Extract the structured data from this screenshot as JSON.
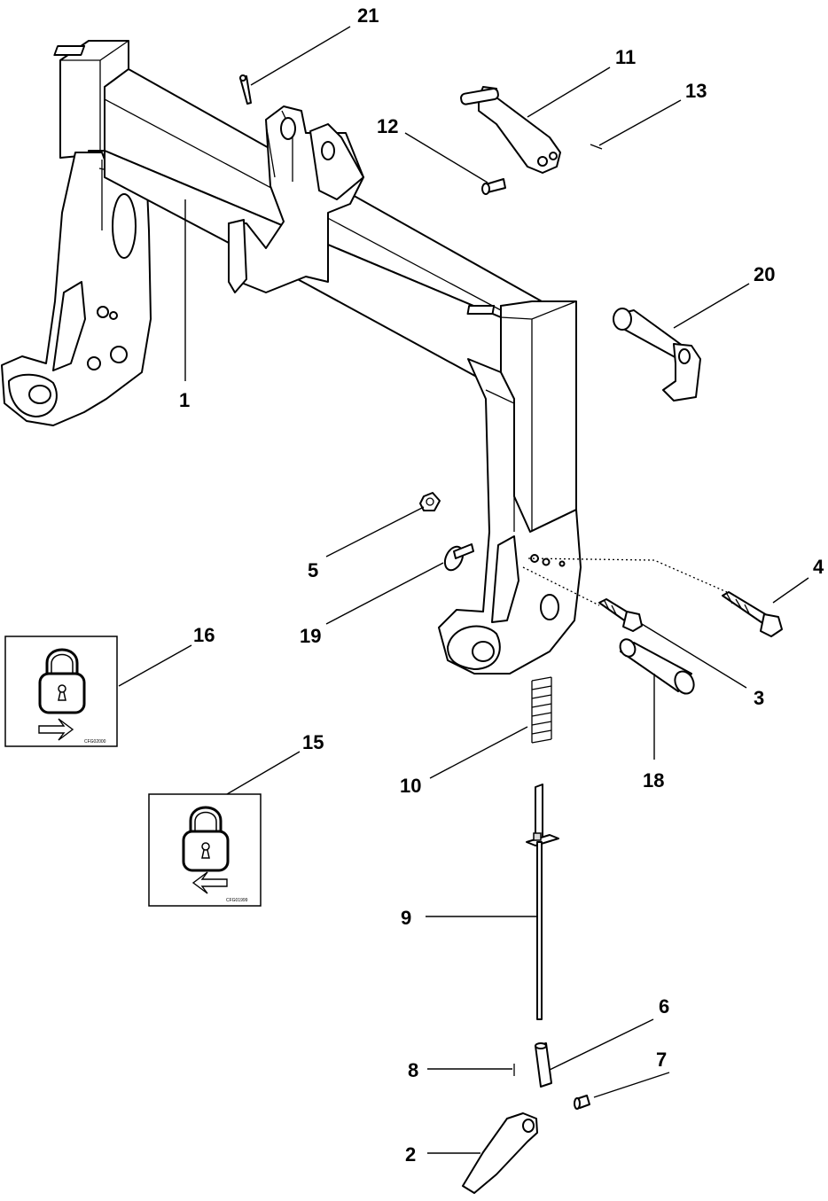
{
  "callouts": {
    "c1": "1",
    "c2": "2",
    "c3": "3",
    "c4": "4",
    "c5": "5",
    "c6": "6",
    "c7": "7",
    "c8": "8",
    "c9": "9",
    "c10": "10",
    "c11": "11",
    "c12": "12",
    "c13": "13",
    "c15": "15",
    "c16": "16",
    "c18": "18",
    "c19": "19",
    "c20": "20",
    "c21": "21"
  },
  "decals": {
    "decal_16": {
      "arrow": "right-arrow-icon",
      "code": "CFG02000"
    },
    "decal_15": {
      "arrow": "left-arrow-icon",
      "code": "CFG01999"
    }
  }
}
